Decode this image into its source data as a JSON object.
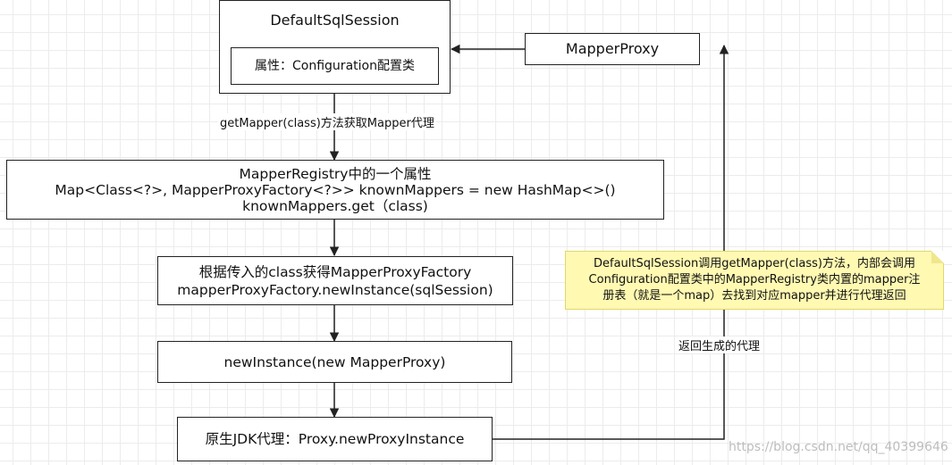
{
  "nodes": {
    "default_sql_session": {
      "title": "DefaultSqlSession",
      "attribute": "属性：Configuration配置类"
    },
    "mapper_proxy": "MapperProxy",
    "mapper_registry": {
      "line1": "MapperRegistry中的一个属性",
      "line2": "Map<Class<?>, MapperProxyFactory<?>> knownMappers = new HashMap<>()",
      "line3": "knownMappers.get（class)"
    },
    "proxy_factory": {
      "line1": "根据传入的class获得MapperProxyFactory",
      "line2": "mapperProxyFactory.newInstance(sqlSession)"
    },
    "new_instance": "newInstance(new MapperProxy)",
    "jdk_proxy": "原生JDK代理：Proxy.newProxyInstance"
  },
  "edge_labels": {
    "get_mapper": "getMapper(class)方法获取Mapper代理",
    "return_proxy": "返回生成的代理"
  },
  "note": {
    "line1": "DefaultSqlSession调用getMapper(class)方法，内部会调用",
    "line2": "Configuration配置类中的MapperRegistry类内置的mapper注",
    "line3": "册表（就是一个map）去找到对应mapper并进行代理返回",
    "color": "#fff9b2"
  },
  "watermark": "https://blog.csdn.net/qq_40399646"
}
